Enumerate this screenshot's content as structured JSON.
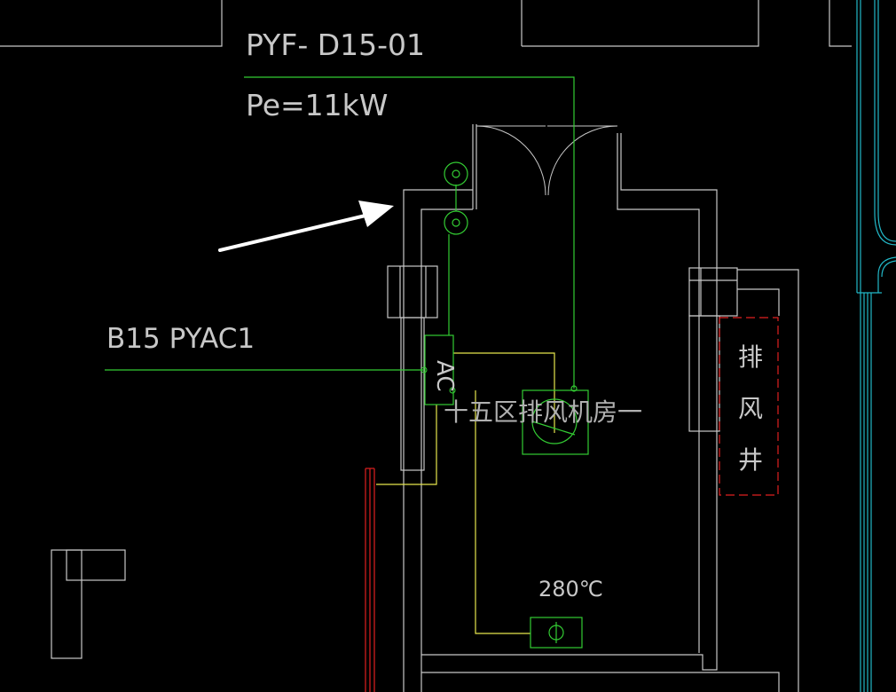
{
  "labels": {
    "fan_id": "PYF- D15-01",
    "power": "Pe=11kW",
    "circuit": "B15 PYAC1",
    "ac_box": "AC",
    "room_name": "十五区排风机房一",
    "temperature": "280℃",
    "shaft_char_1": "排",
    "shaft_char_2": "风",
    "shaft_char_3": "井"
  },
  "colors": {
    "background": "#000000",
    "wall": "#c8c8c8",
    "circuit_green": "#33cc33",
    "power_yellow": "#e6e64d",
    "fire_red": "#e02020",
    "grid_cyan": "#22b8c8",
    "annotation_arrow": "#ffffff"
  },
  "icons": {
    "fan": "fan-circle-icon",
    "damper": "fire-damper-icon",
    "motor": "motor-circle-icon",
    "arrow": "pointer-arrow-icon"
  }
}
